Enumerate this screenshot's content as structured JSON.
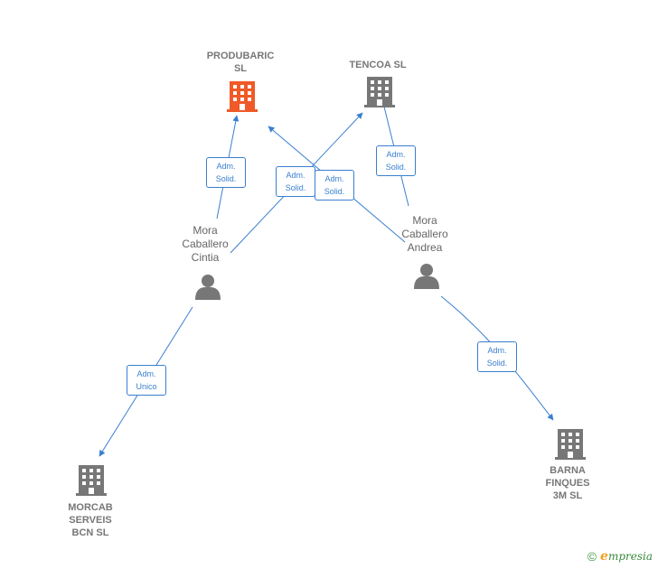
{
  "nodes": {
    "produbaric": {
      "label": "PRODUBARIC\nSL",
      "icon": "building-icon",
      "color": "#f05a28"
    },
    "tencoa": {
      "label": "TENCOA  SL",
      "icon": "building-icon",
      "color": "#777777"
    },
    "cintia": {
      "label": "Mora\nCaballero\nCintia",
      "icon": "person-icon",
      "color": "#777777"
    },
    "andrea": {
      "label": "Mora\nCaballero\nAndrea",
      "icon": "person-icon",
      "color": "#777777"
    },
    "morcab": {
      "label": "MORCAB\nSERVEIS\nBCN  SL",
      "icon": "building-icon",
      "color": "#777777"
    },
    "barna": {
      "label": "BARNA\nFINQUES\n3M  SL",
      "icon": "building-icon",
      "color": "#777777"
    }
  },
  "edges": [
    {
      "from": "cintia",
      "to": "produbaric",
      "label": "Adm.\nSolid."
    },
    {
      "from": "cintia",
      "to": "tencoa",
      "label": "Adm.\nSolid."
    },
    {
      "from": "andrea",
      "to": "produbaric",
      "label": "Adm.\nSolid."
    },
    {
      "from": "andrea",
      "to": "tencoa",
      "label": "Adm.\nSolid."
    },
    {
      "from": "cintia",
      "to": "morcab",
      "label": "Adm.\nUnico"
    },
    {
      "from": "andrea",
      "to": "barna",
      "label": "Adm.\nSolid."
    }
  ],
  "footer": {
    "copyright_symbol": "©",
    "brand_initial": "e",
    "brand_rest": "mpresia"
  },
  "edge_color": "#3a7fd0"
}
